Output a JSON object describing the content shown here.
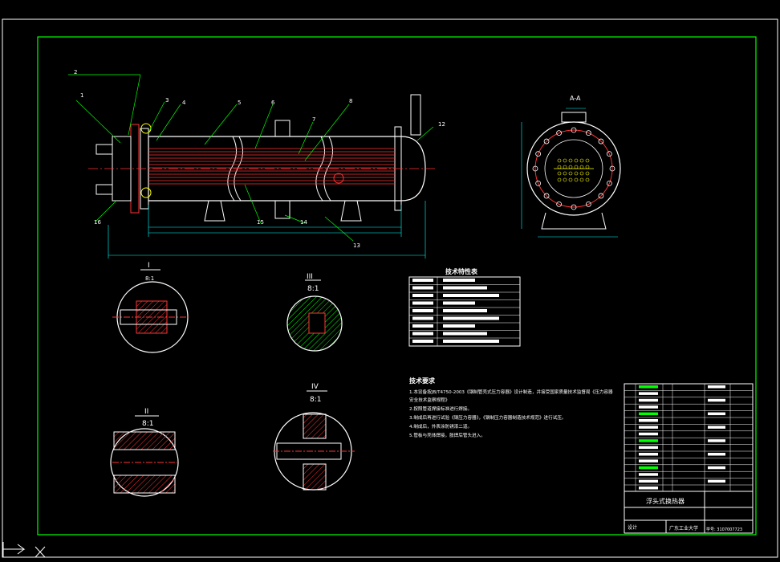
{
  "drawing": {
    "balloons": [
      "1",
      "2",
      "3",
      "4",
      "5",
      "6",
      "7",
      "8",
      "12",
      "13",
      "14",
      "15",
      "16"
    ],
    "section_label": "A-A",
    "detail_I": {
      "label": "I",
      "scale": "8:1"
    },
    "detail_II": {
      "label": "II",
      "scale": "8:1"
    },
    "detail_III": {
      "label": "III",
      "scale": "8:1"
    },
    "detail_IV": {
      "label": "IV",
      "scale": "8:1"
    },
    "tech_table_title": "技术特性表",
    "tech_req_title": "技术要求",
    "tech_req_lines": [
      "1.本设备按JB/T4750-2003《钢制管壳式压力容器》设计制造，并接受国家质量技术监督局《压力容器",
      "安全技术监察规程》",
      "2.按照管道焊接标准进行焊接。",
      "3.制成后再进行试验《钢压力容器》，《钢制压力容器制造技术规范》进行试压。",
      "4.制成后，外表涂防锈漆二道。",
      "5.管板与壳体焊接，胀焊后管头进入。"
    ],
    "title_block": {
      "drawing_name": "浮头式换热器",
      "school": "广东工业大学",
      "drawn_label": "设计",
      "no_prefix": "学号: 3107007723"
    }
  },
  "colors": {
    "background": "#000000",
    "frame": "#00ff00",
    "outline": "#ffffff",
    "tubes": "#ff3333",
    "dims": "#00ffff",
    "leader": "#00ff00",
    "hatch": "#ff3333",
    "text": "#ffffff",
    "accent": "#ffff00"
  },
  "icons": {
    "ucs": "ucs-axis-icon"
  }
}
